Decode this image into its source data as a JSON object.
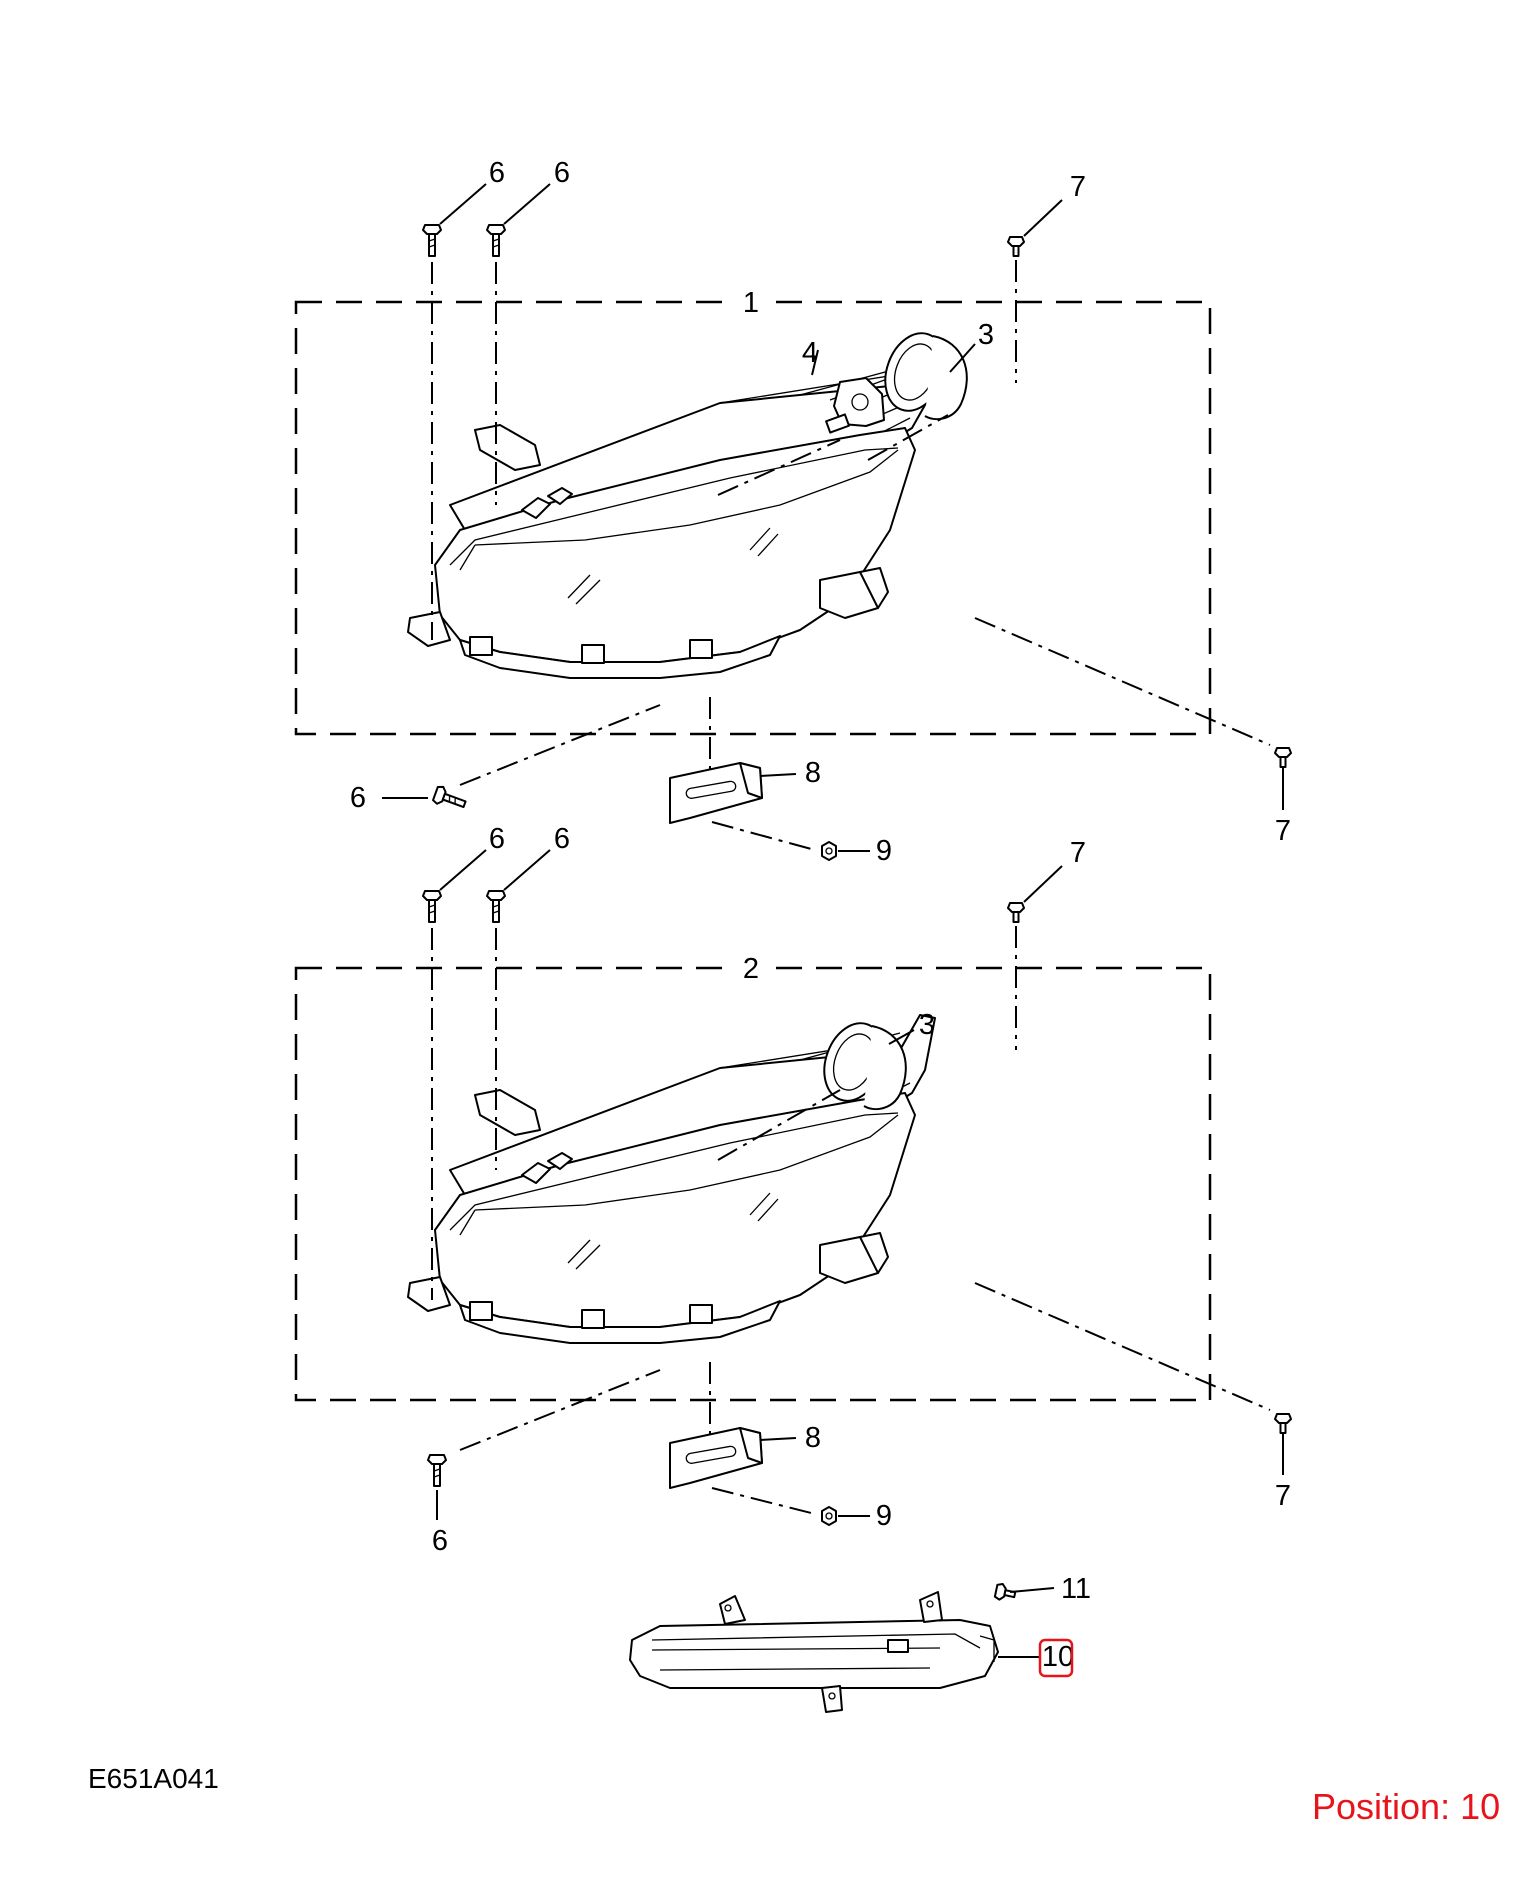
{
  "drawing_code": "E651A041",
  "position": {
    "text": "Position: 10",
    "color": "#e8141c"
  },
  "highlight_color": "#e8141c",
  "callouts": {
    "assembly_1": "1",
    "assembly_2": "2",
    "bulb_cover": "3",
    "bulb": "4",
    "screw": "6",
    "bolt": "7",
    "bracket": "8",
    "nut": "9",
    "drl_lamp": "10",
    "drl_screw": "11"
  }
}
